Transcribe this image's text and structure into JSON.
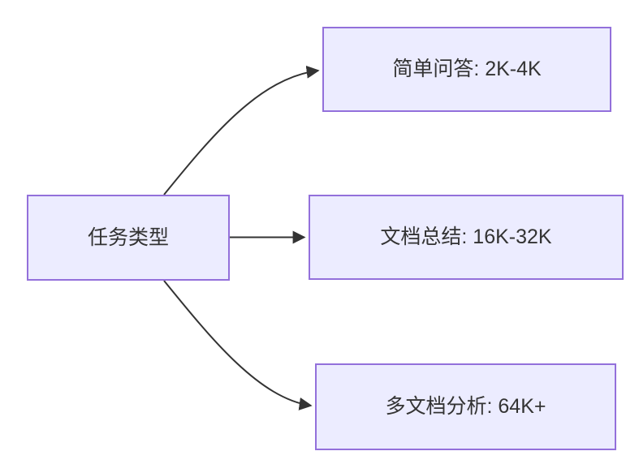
{
  "diagram": {
    "type": "flowchart-left-to-right",
    "root": {
      "label": "任务类型"
    },
    "children": [
      {
        "label": "简单问答: 2K-4K"
      },
      {
        "label": "文档总结: 16K-32K"
      },
      {
        "label": "多文档分析: 64K+"
      }
    ],
    "edges": [
      {
        "from": "任务类型",
        "to": "简单问答: 2K-4K"
      },
      {
        "from": "任务类型",
        "to": "文档总结: 16K-32K"
      },
      {
        "from": "任务类型",
        "to": "多文档分析: 64K+"
      }
    ],
    "colors": {
      "node_fill": "#ECECFF",
      "node_border": "#9370DB",
      "edge_stroke": "#333333",
      "text": "#333333",
      "background": "#ffffff"
    }
  }
}
